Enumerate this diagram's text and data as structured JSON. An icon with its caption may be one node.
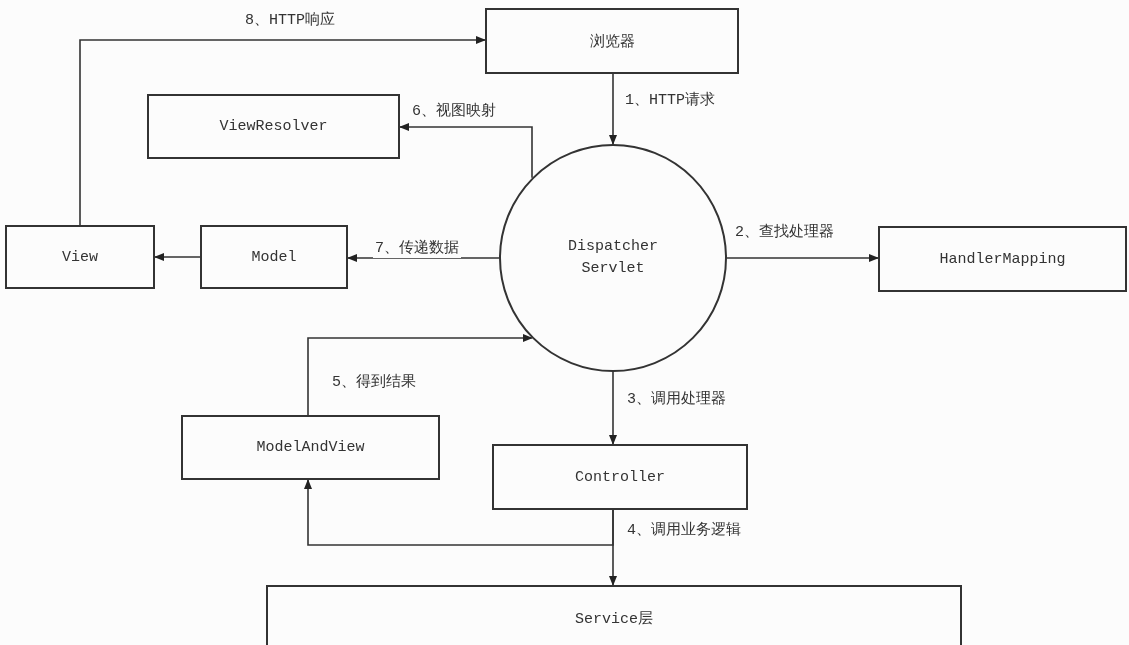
{
  "diagram": {
    "nodes": [
      {
        "text": [
          "浏览器"
        ]
      },
      {
        "text": [
          "ViewResolver"
        ]
      },
      {
        "text": [
          "View"
        ]
      },
      {
        "text": [
          "Model"
        ]
      },
      {
        "text": [
          "Dispatcher Servlet"
        ]
      },
      {
        "text": [
          "HandlerMapping"
        ]
      },
      {
        "text": [
          "ModelAndView"
        ]
      },
      {
        "text": [
          "Controller"
        ]
      },
      {
        "text": [
          "Service层"
        ]
      }
    ],
    "edges": [
      {
        "from": 0,
        "to": 4,
        "arrow": "to",
        "label": "1、HTTP请求"
      },
      {
        "from": 4,
        "to": 5,
        "arrow": "to",
        "label": "2、查找处理器"
      },
      {
        "from": 4,
        "to": 7,
        "arrow": "to",
        "label": "3、调用处理器"
      },
      {
        "from": 7,
        "to": 8,
        "arrow": "to",
        "label": "4、调用业务逻辑"
      },
      {
        "from": 7,
        "to": 6,
        "arrow": "to"
      },
      {
        "from": 6,
        "to": 4,
        "arrow": "to",
        "label": "5、得到结果"
      },
      {
        "from": 4,
        "to": 1,
        "arrow": "to",
        "label": "6、视图映射"
      },
      {
        "from": 4,
        "to": 3,
        "arrow": "to",
        "label": "7、传递数据"
      },
      {
        "from": 3,
        "to": 2,
        "arrow": "to"
      },
      {
        "from": 2,
        "to": 0,
        "arrow": "to",
        "label": "8、HTTP响应"
      }
    ]
  }
}
